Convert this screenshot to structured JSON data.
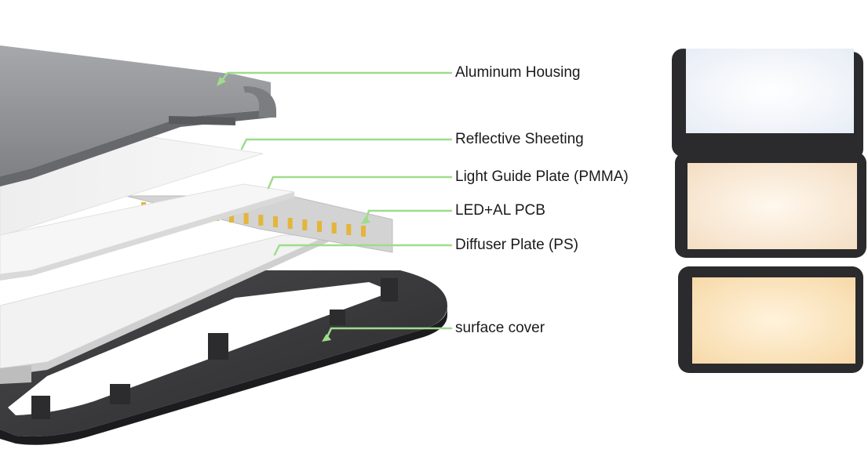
{
  "labels": {
    "aluminum_housing": "Aluminum Housing",
    "reflective_sheeting": "Reflective Sheeting",
    "light_guide_plate": "Light Guide Plate (PMMA)",
    "led_pcb": "LED+AL PCB",
    "diffuser_plate": "Diffuser Plate (PS)",
    "surface_cover": "surface cover"
  },
  "colors": {
    "leader_line": "#9fdc8c",
    "housing": "#8d8f93",
    "housing_dark": "#5f6165",
    "cover": "#3a3a3c",
    "cover_dark": "#1f1f21",
    "led_strip": "#c9c9c9",
    "led_chip": "#e3b53a",
    "panel_frame": "#2b2b2d",
    "panel_cool": "#f4f7fb",
    "panel_neutral": "#fbeedd",
    "panel_warm": "#fce7c5"
  },
  "color_temperature_panels": [
    "cool-white",
    "neutral-white",
    "warm-white"
  ]
}
